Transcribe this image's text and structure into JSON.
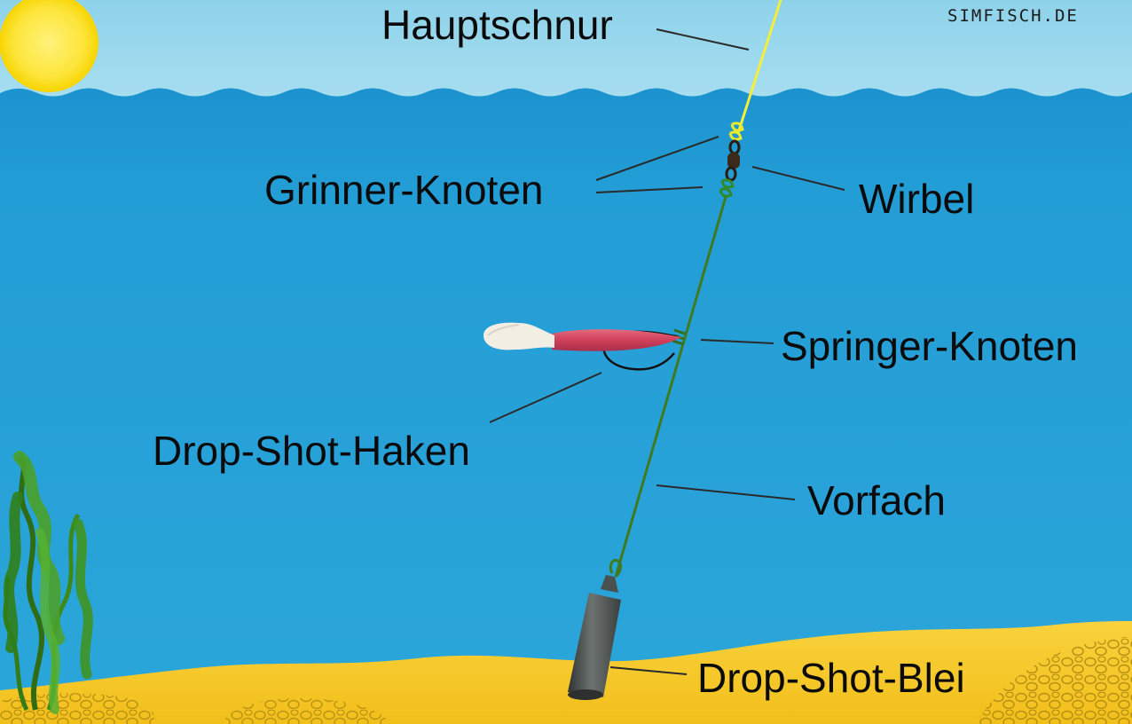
{
  "watermark": "SIMFISCH.DE",
  "labels": {
    "hauptschnur": "Hauptschnur",
    "grinner_knoten": "Grinner-Knoten",
    "wirbel": "Wirbel",
    "springer_knoten": "Springer-Knoten",
    "drop_shot_haken": "Drop-Shot-Haken",
    "vorfach": "Vorfach",
    "drop_shot_blei": "Drop-Shot-Blei"
  },
  "colors": {
    "sky": "#8fd3ea",
    "water": "#29a3d8",
    "water_surface": "#1f97d2",
    "sand": "#f7c92a",
    "main_line": "#f5ee3a",
    "leader_line": "#3f7a1e",
    "lure_body": "#d9455f",
    "lure_tail": "#f4efe6",
    "sinker": "#4f5553",
    "sun": "#fde53a"
  }
}
